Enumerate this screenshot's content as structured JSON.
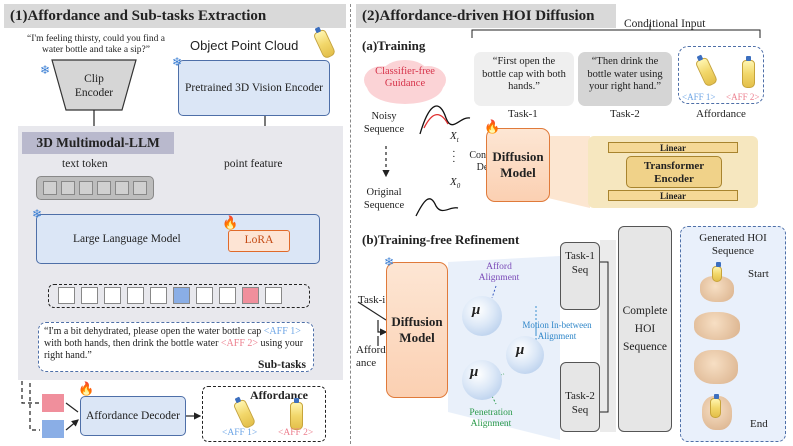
{
  "left": {
    "header": "(1)Affordance and Sub-tasks Extraction",
    "instruction": "“I'm feeling thirsty, could you find a water bottle and take a sip?”",
    "clip_encoder": "Clip Encoder",
    "object_point_cloud": "Object Point Cloud",
    "vision_encoder": "Pretrained 3D Vision Encoder",
    "mllm_title": "3D Multimodal-LLM",
    "text_token": "text token",
    "point_feature": "point feature",
    "llm": "Large Language Model",
    "lora": "LoRA",
    "response_parts": {
      "p1": "“I'm a bit dehydrated,  please open the water bottle cap ",
      "aff1": "<AFF 1>",
      "p2": " with both hands, then drink the bottle water ",
      "aff2": "<AFF 2>",
      "p3": " using your right hand.”"
    },
    "subtasks_label": "Sub-tasks",
    "affordance_decoder": "Affordance Decoder",
    "affordance_label": "Affordance",
    "aff1": "<AFF 1>",
    "aff2": "<AFF 2>"
  },
  "right": {
    "header": "(2)Affordance-driven HOI Diffusion",
    "training_label": "(a)Training",
    "classifier_free": "Classifier-free Guidance",
    "noisy_sequence": "Noisy Sequence",
    "xt": "X",
    "xt_sub": "t",
    "x0": "X",
    "x0_sub": "0",
    "conditional_denoise": "Conditional Denoise",
    "original_sequence": "Original Sequence",
    "conditional_input": "Conditional Input",
    "task1_text": "“First open the bottle cap with both hands.”",
    "task2_text": "“Then drink the bottle water using your right hand.”",
    "task1_label": "Task-1",
    "task2_label": "Task-2",
    "affordance_label": "Affordance",
    "aff1": "<AFF 1>",
    "aff2": "<AFF 2>",
    "diffusion_model": "Diffusion Model",
    "linear_top": "Linear",
    "transformer_encoder": "Transformer Encoder",
    "linear_bottom": "Linear",
    "refinement_label": "(b)Training-free Refinement",
    "task_i": "Task-i",
    "affordance_in": "Afford-ance",
    "afford_alignment": "Afford Alignment",
    "penetration_alignment": "Penetration Alignment",
    "motion_inbetween": "Motion In-between Alignment",
    "mu": "μ",
    "task1_seq": "Task-1 Seq",
    "task2_seq": "Task-2 Seq",
    "complete_hoi": "Complete HOI Sequence",
    "generated_hoi": "Generated HOI Sequence",
    "start": "Start",
    "end": "End"
  },
  "colors": {
    "aff1": "#6fa6e6",
    "aff2": "#ec7f8e",
    "encoder_fill": "#dbe6f6",
    "diffusion_fill": "#fbd0b2",
    "token_blue": "#8aaee6",
    "token_red": "#f08f9c"
  }
}
